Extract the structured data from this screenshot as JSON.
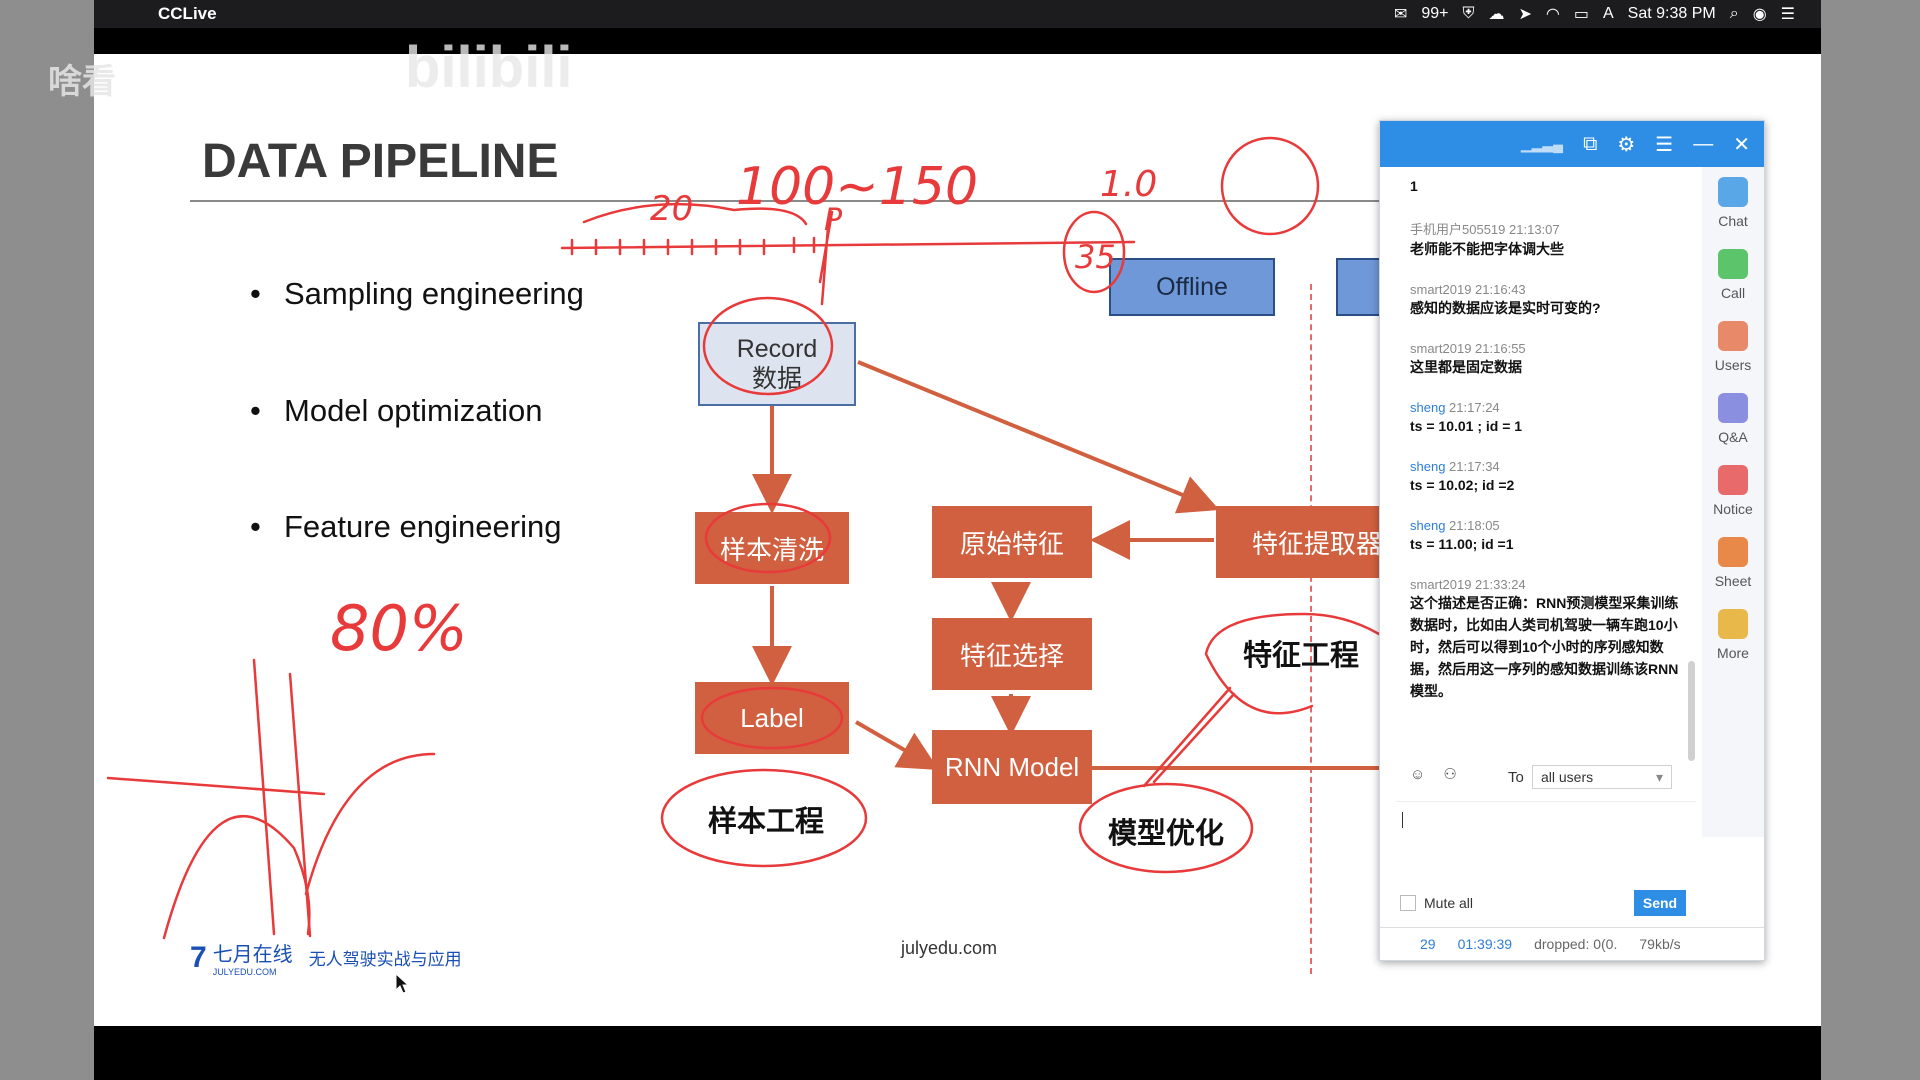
{
  "menubar": {
    "apple_icon": "apple-icon",
    "app_name": "CCLive",
    "notif_count": "99+",
    "input_source": "A",
    "clock": "Sat 9:38 PM"
  },
  "watermark": {
    "prefix": "啥看",
    "brand": "bilibili"
  },
  "slide": {
    "title": "DATA PIPELINE",
    "bullets": [
      "Sampling engineering",
      "Model optimization",
      "Feature engineering"
    ],
    "record_line1": "Record",
    "record_line2": "数据",
    "offline": "Offline",
    "boxes": {
      "sample_clean": "样本清洗",
      "label": "Label",
      "raw_feature": "原始特征",
      "feature_select": "特征选择",
      "rnn_model": "RNN Model",
      "feature_extractor": "特征提取器"
    },
    "annotations": {
      "sample_eng": "样本工程",
      "model_opt": "模型优化",
      "feature_eng": "特征工程"
    },
    "handwriting": {
      "n20": "20",
      "range": "100~150",
      "p": "P",
      "n1_0": "1.0",
      "n35": "35",
      "pct": "80%"
    },
    "footer_logo": "七月在线",
    "footer_logo_small": "JULYEDU.COM",
    "footer_course": "无人驾驶实战与应用",
    "footer_url": "julyedu.com"
  },
  "chat": {
    "first_line": "1",
    "messages": [
      {
        "name": "手机用户505519",
        "time": "21:13:07",
        "text": "老师能不能把字体调大些",
        "blue": false
      },
      {
        "name": "smart2019",
        "time": "21:16:43",
        "text": "感知的数据应该是实时可变的?",
        "blue": false
      },
      {
        "name": "smart2019",
        "time": "21:16:55",
        "text": "这里都是固定数据",
        "blue": false
      },
      {
        "name": "sheng",
        "time": "21:17:24",
        "text": "ts = 10.01 ; id = 1",
        "blue": true
      },
      {
        "name": "sheng",
        "time": "21:17:34",
        "text": "ts = 10.02; id =2",
        "blue": true
      },
      {
        "name": "sheng",
        "time": "21:18:05",
        "text": "ts = 11.00; id =1",
        "blue": true
      },
      {
        "name": "smart2019",
        "time": "21:33:24",
        "text": "这个描述是否正确：RNN预测模型采集训练数据时，比如由人类司机驾驶一辆车跑10小时，然后可以得到10个小时的序列感知数据，然后用这一序列的感知数据训练该RNN模型。",
        "blue": false
      }
    ],
    "side": [
      {
        "label": "Chat",
        "icon": "chat-icon",
        "color": "#5aa7e8"
      },
      {
        "label": "Call",
        "icon": "phone-icon",
        "color": "#5cc46a"
      },
      {
        "label": "Users",
        "icon": "users-icon",
        "color": "#e88a6a"
      },
      {
        "label": "Q&A",
        "icon": "question-icon",
        "color": "#8b8fe0"
      },
      {
        "label": "Notice",
        "icon": "notice-icon",
        "color": "#e86a6a"
      },
      {
        "label": "Sheet",
        "icon": "sheet-icon",
        "color": "#e8894a"
      },
      {
        "label": "More",
        "icon": "more-icon",
        "color": "#e8b84a"
      }
    ],
    "to_label": "To",
    "to_value": "all users",
    "mute_label": "Mute all",
    "send_label": "Send",
    "status_count": "29",
    "status_time": "01:39:39",
    "status_dropped": "dropped: 0(0.",
    "status_rate": "79kb/s"
  }
}
